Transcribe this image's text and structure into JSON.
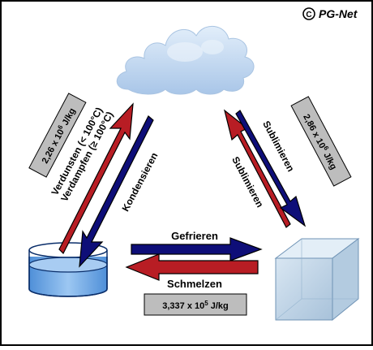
{
  "copyright": {
    "symbol": "C",
    "text": "PG-Net"
  },
  "labels": {
    "left_energy": "2,26 x 10",
    "left_energy_exp": "6",
    "left_energy_unit": " J/kg",
    "evaporate_line1": "Verdunsten (< 100°C)",
    "evaporate_line2": "Verdampfen (≥ 100°C)",
    "condense": "Kondensieren",
    "sublimate_top": "Sublimieren",
    "sublimate_bottom": "Sublimieren",
    "right_energy": "2,86 x 10",
    "right_energy_exp": "6",
    "right_energy_unit": " J/kg",
    "freeze": "Gefrieren",
    "melt": "Schmelzen",
    "bottom_energy": "3,337 x 10",
    "bottom_energy_exp": "5",
    "bottom_energy_unit": " J/kg"
  },
  "colors": {
    "arrow_red": "#b81d24",
    "arrow_blue": "#0e0e78",
    "label_box": "#bdbdbd",
    "cloud": "#c7dcf2",
    "water": "#7fb0e6",
    "ice": "#c7dbea"
  },
  "icons": {
    "cloud": "cloud-icon",
    "water": "water-container-icon",
    "ice": "ice-cube-icon"
  }
}
